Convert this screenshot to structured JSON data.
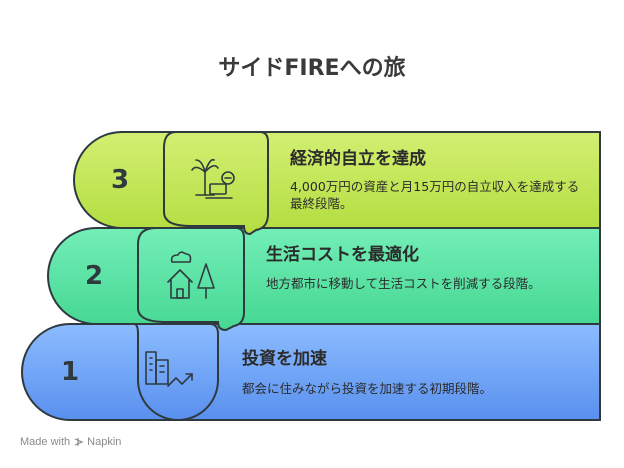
{
  "title": "サイドFIREへの旅",
  "stages": [
    {
      "number": "3",
      "title": "経済的自立を達成",
      "description": "4,000万円の資産と月15万円の自立収入を達成する最終段階。",
      "icon": "palm-tree-laptop-icon",
      "color": "#c5e65a"
    },
    {
      "number": "2",
      "title": "生活コストを最適化",
      "description": "地方都市に移動して生活コストを削減する段階。",
      "icon": "house-tree-icon",
      "color": "#5ee3a8"
    },
    {
      "number": "1",
      "title": "投資を加速",
      "description": "都会に住みながら投資を加速する初期段階。",
      "icon": "city-growth-icon",
      "color": "#6ea6f5"
    }
  ],
  "footer": {
    "made_with": "Made with",
    "brand": "Napkin"
  }
}
